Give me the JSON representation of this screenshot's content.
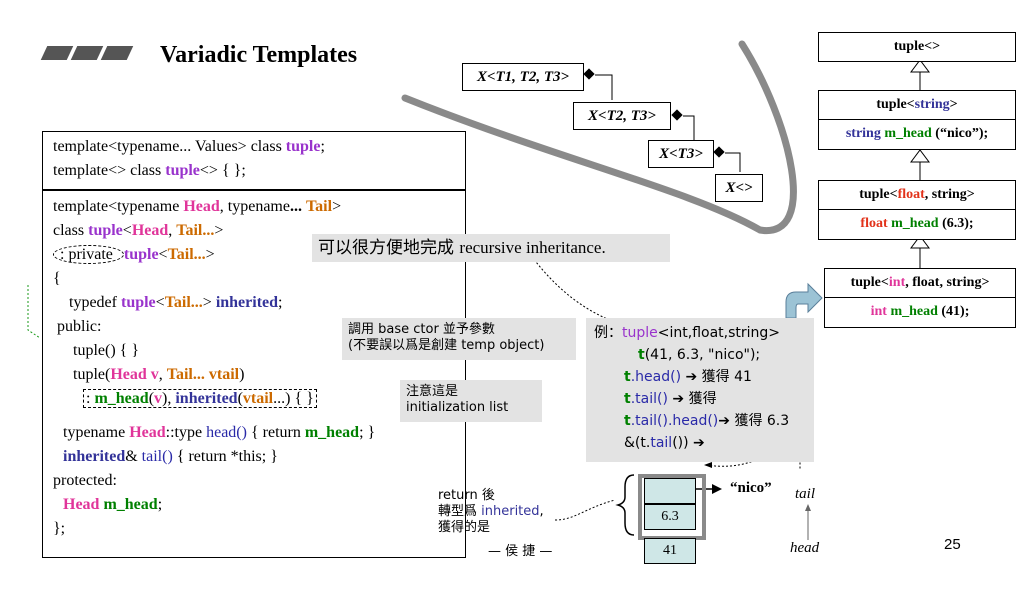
{
  "title": "Variadic Templates",
  "page_number": "25",
  "box1": {
    "line1": {
      "a": "template<typename... Values> class ",
      "b": "tuple",
      "c": ";"
    },
    "line2": {
      "a": "template<> class ",
      "b": "tuple",
      "c": "<> { };"
    }
  },
  "code": {
    "l1": {
      "a": "template<typename ",
      "b": "Head",
      "c": ", typename",
      "d": "...",
      "e": " ",
      "f": "Tail",
      "g": ">"
    },
    "l2": {
      "a": "class ",
      "b": "tuple",
      "c": "<",
      "d": "Head",
      "e": ", ",
      "f": "Tail...",
      "g": ">"
    },
    "l3": {
      "a": ": private ",
      "b": "tuple",
      "c": "<",
      "d": "Tail...",
      "e": ">"
    },
    "l4": "{",
    "l5": {
      "a": "typedef ",
      "b": "tuple",
      "c": "<",
      "d": "Tail...",
      "e": "> ",
      "f": "inherited",
      "g": ";"
    },
    "l6": "public:",
    "l7": "tuple() { }",
    "l8": {
      "a": "tuple(",
      "b": "Head v",
      "c": ", ",
      "d": "Tail... vtail",
      "e": ")"
    },
    "l9": {
      "a": ": ",
      "b": "m_head",
      "c": "(",
      "d": "v",
      "e": "), ",
      "f": "inherited",
      "g": "(",
      "h": "vtail",
      "i": "...) { }"
    },
    "l10": {
      "a": "typename ",
      "b": "Head",
      "c": "::type ",
      "d": "head()",
      "e": " { return ",
      "f": "m_head",
      "g": "; }"
    },
    "l11": {
      "a": "inherited",
      "b": "& ",
      "c": "tail()",
      "d": " { return *this; }"
    },
    "l12": "protected:",
    "l13": {
      "a": "Head",
      "b": " ",
      "c": "m_head",
      "d": ";"
    },
    "l14": "};"
  },
  "callout_recursive": {
    "cjk": "可以很方便地完成 ",
    "en": "recursive inheritance."
  },
  "note_ctor": {
    "l1": "調用 base ctor 並予參數",
    "l2": "(不要誤以爲是創建 temp object)"
  },
  "note_init": {
    "l1": "注意這是",
    "l2": "initialization list"
  },
  "example": {
    "l1": {
      "a": "例：",
      "b": "tuple",
      "c": "<int,float,string>"
    },
    "l2": {
      "a": "t",
      "b": "(41, 6.3, \"nico\");"
    },
    "l3": {
      "a": "t",
      "b": ".head()",
      "c": " ➔ 獲得 41"
    },
    "l4": {
      "a": "t",
      "b": ".tail()",
      "c": " ➔ 獲得"
    },
    "l5": {
      "a": "t",
      "b": ".tail()",
      "c": ".head()",
      "d": "➔ 獲得 6.3"
    },
    "l6": {
      "a": "&(t.",
      "b": "tail",
      "c": "()) ➔"
    }
  },
  "return_note": {
    "l1": "return 後",
    "l2a": "轉型爲 ",
    "l2b": "inherited",
    "l2c": ",",
    "l3": "獲得的是"
  },
  "author": "— 侯 捷 —",
  "memory": {
    "cell1": "",
    "cell2": "6.3",
    "cell3": "41",
    "pointer_target": "“nico”",
    "tail_label": "tail",
    "head_label": "head"
  },
  "x_hierarchy": [
    "X<T1, T2, T3>",
    "X<T2, T3>",
    "X<T3>",
    "X<>"
  ],
  "tuple_hierarchy": [
    {
      "header": "tuple<>",
      "member": ""
    },
    {
      "header_a": "tuple<",
      "header_b": "string",
      "header_c": ">",
      "member_a": "string ",
      "member_b": "m_head",
      "member_c": " (“nico”);"
    },
    {
      "header_a": "tuple<",
      "header_b": "float",
      "header_c": ", string>",
      "member_a": "float ",
      "member_b": "m_head",
      "member_c": " (6.3);"
    },
    {
      "header_a": "tuple<",
      "header_b": "int",
      "header_c": ", float, string>",
      "member_a": "int ",
      "member_b": "m_head",
      "member_c": " (41);"
    }
  ],
  "colors": {
    "purple": "#9933cc",
    "pink": "#e0359a",
    "green": "#008000",
    "orange": "#cc6a00",
    "navy": "#333399",
    "red": "#e2321a",
    "teal_cell": "#cfe7e7",
    "note_bg": "#e3e3e3"
  }
}
